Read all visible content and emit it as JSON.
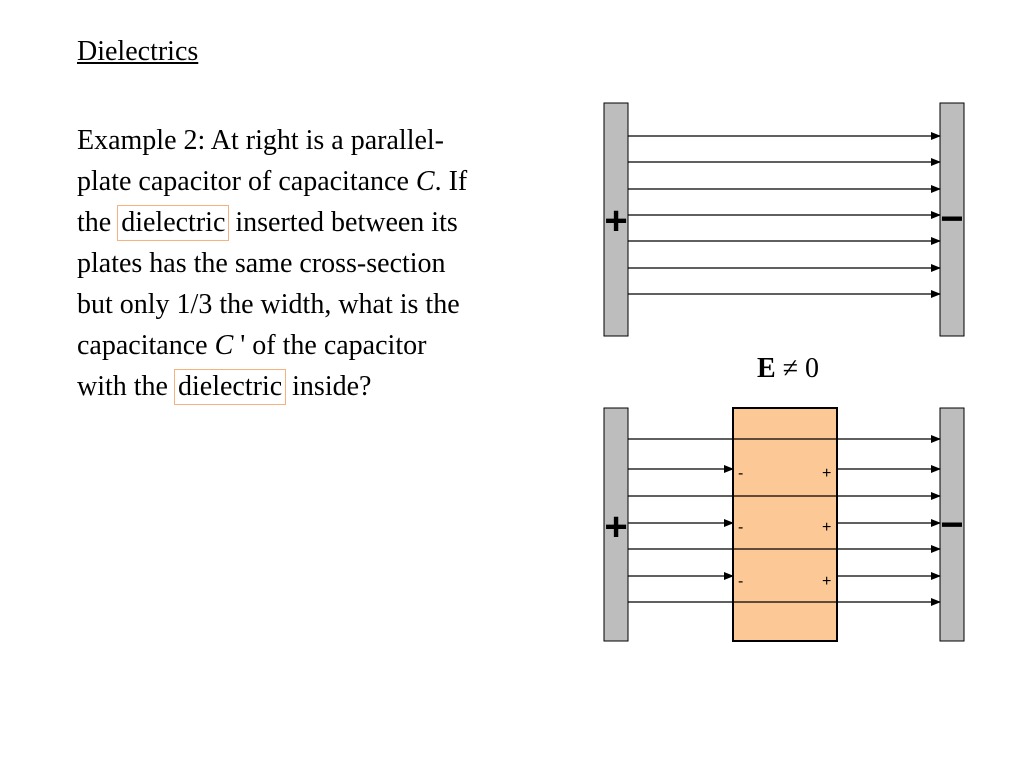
{
  "slide": {
    "title": "Dielectrics",
    "paragraph": {
      "l1": "Example 2:  At right is a parallel-",
      "l2_a": "plate capacitor of capacitance ",
      "l2_c": "C",
      "l2_b": ".  If",
      "l3_a": "the ",
      "l3_hl": "dielectric",
      "l3_b": " inserted between its",
      "l4": "plates has the same cross-section",
      "l5": "but only 1/3 the width, what is the",
      "l6_a": "capacitance ",
      "l6_c": "C",
      "l6_b": " ' of the capacitor",
      "l7_a": "with the ",
      "l7_hl": "dielectric",
      "l7_b": " inside?"
    }
  },
  "diagram": {
    "field_label_symbol": "E",
    "field_label_rest": " ≠ 0",
    "plus_sign": "+",
    "minus_sign": "−",
    "induced_minus": "-",
    "induced_plus": "+",
    "colors": {
      "plate_fill": "#bdbdbd",
      "dielectric_fill": "#fcc896",
      "highlight_border": "#f5b27f"
    }
  }
}
